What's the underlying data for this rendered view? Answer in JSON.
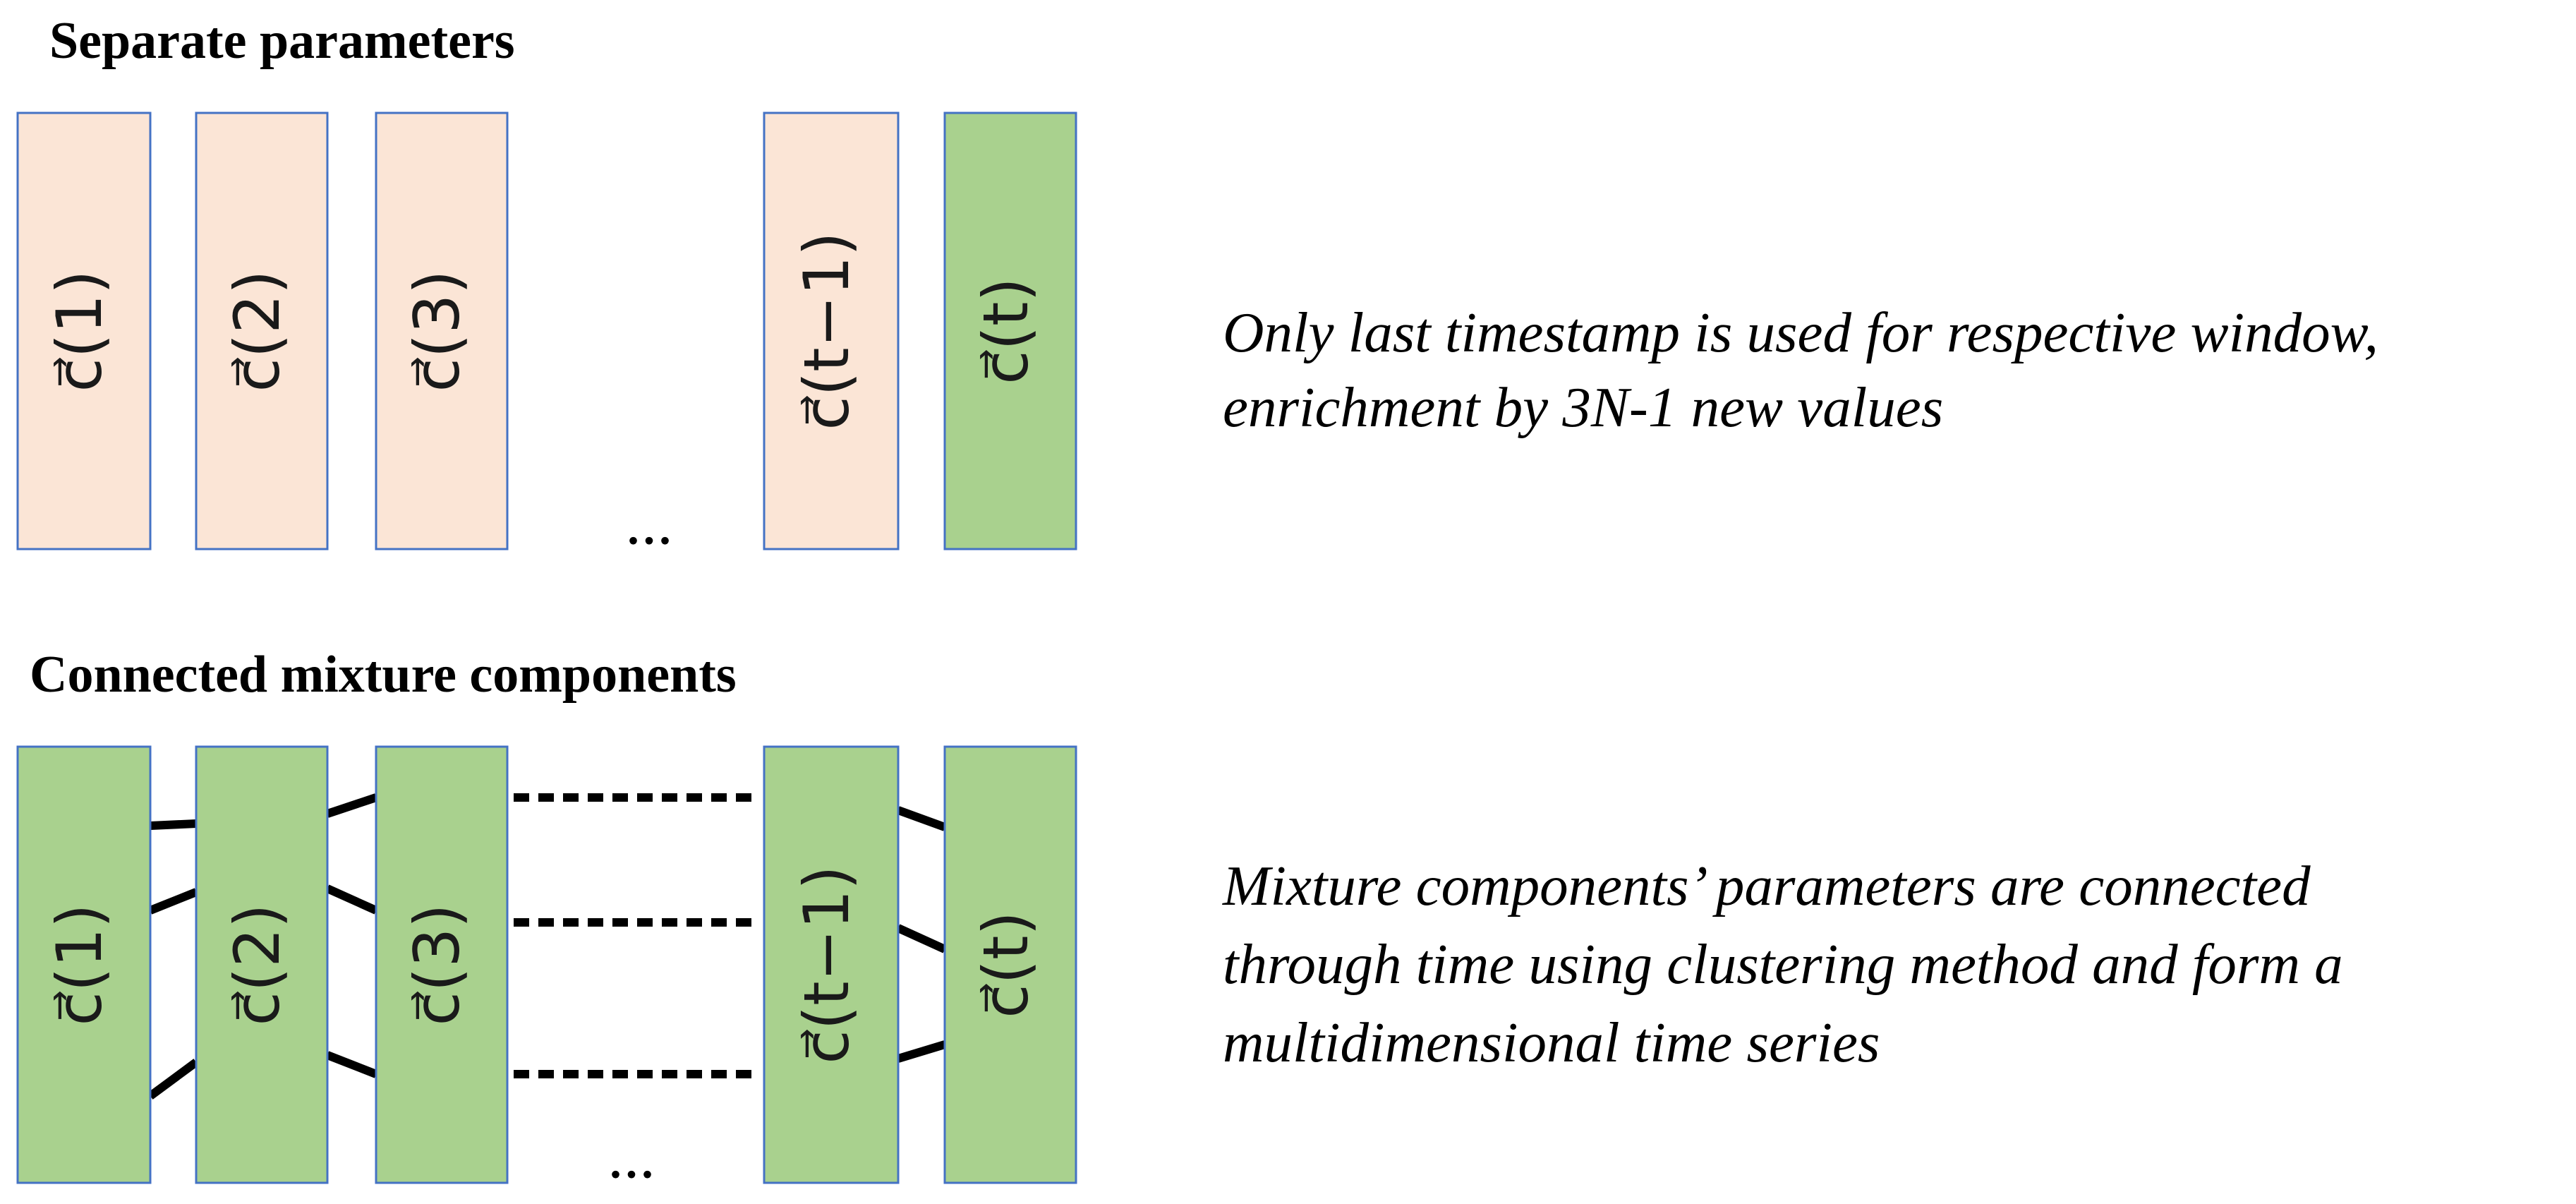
{
  "colors": {
    "peach": "#fbe5d6",
    "green": "#a9d18e",
    "border": "#4472c4",
    "connector": "#000000"
  },
  "top": {
    "heading": "Separate parameters",
    "description_lines": [
      "Only last timestamp is used for respective window,",
      "enrichment by 3N-1 new values"
    ],
    "ellipsis": "...",
    "boxes": [
      {
        "label": "c(1)",
        "fill": "peach"
      },
      {
        "label": "c(2)",
        "fill": "peach"
      },
      {
        "label": "c(3)",
        "fill": "peach"
      },
      {
        "label": "c(t−1)",
        "fill": "peach"
      },
      {
        "label": "c(t)",
        "fill": "green"
      }
    ]
  },
  "bottom": {
    "heading": "Connected mixture components",
    "description_lines": [
      "Mixture components’ parameters are connected",
      "through time using clustering method and form a",
      "multidimensional time series"
    ],
    "ellipsis": "...",
    "boxes": [
      {
        "label": "c(1)",
        "fill": "green"
      },
      {
        "label": "c(2)",
        "fill": "green"
      },
      {
        "label": "c(3)",
        "fill": "green"
      },
      {
        "label": "c(t−1)",
        "fill": "green"
      },
      {
        "label": "c(t)",
        "fill": "green"
      }
    ]
  }
}
